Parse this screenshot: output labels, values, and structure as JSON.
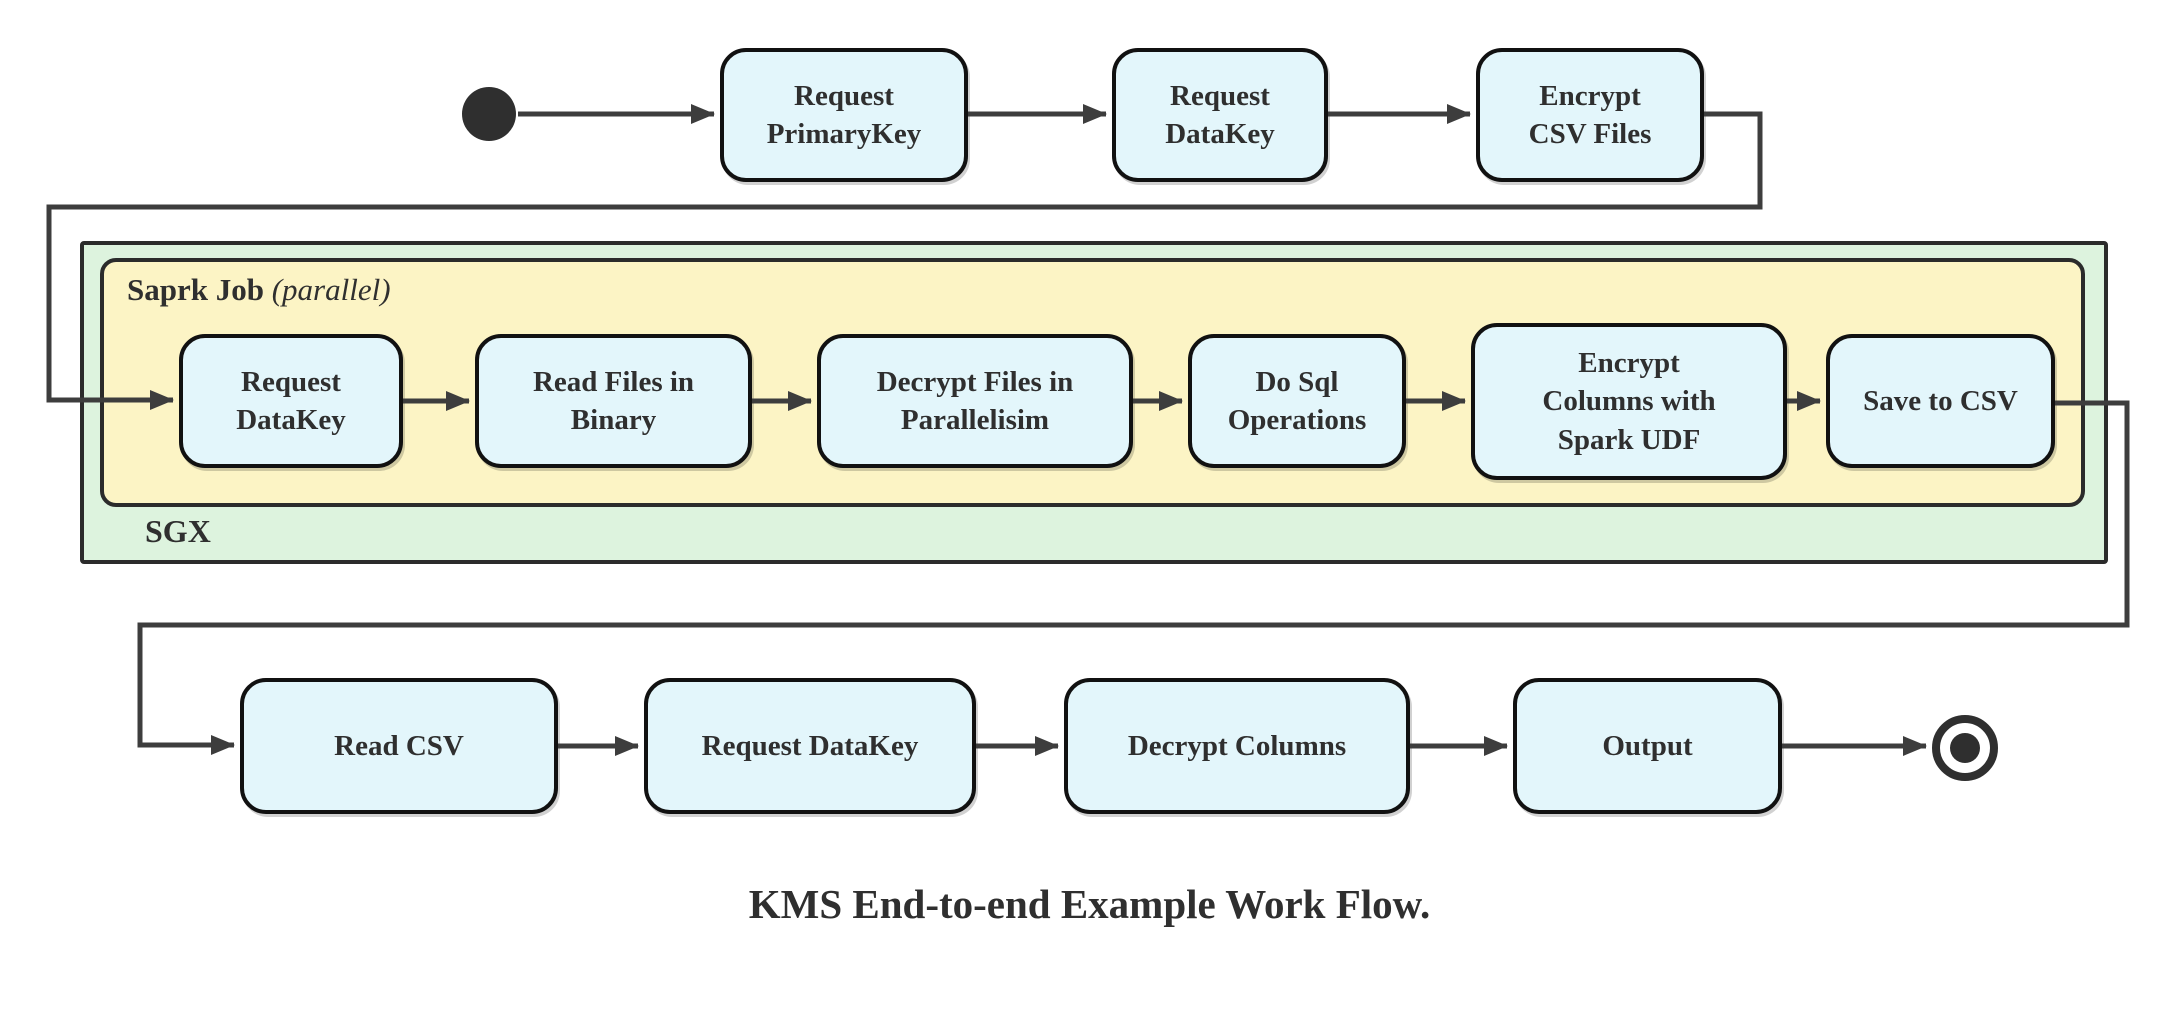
{
  "title_caption": "KMS End-to-end Example Work Flow.",
  "colors": {
    "node_fill": "#e3f6fb",
    "node_border": "#111111",
    "spark_container_fill": "#fcf4c5",
    "sgx_container_fill": "#ddf3de",
    "container_border": "#2b2b2b",
    "connector": "#3d3d3d",
    "text": "#2f2f2f"
  },
  "top_flow": {
    "nodes": [
      "Request\nPrimaryKey",
      "Request\nDataKey",
      "Encrypt\nCSV Files"
    ]
  },
  "sgx_container": {
    "label": "SGX",
    "spark_job": {
      "label": "Saprk Job",
      "label_note": "(parallel)",
      "nodes": [
        "Request\nDataKey",
        "Read Files in\nBinary",
        "Decrypt Files in\nParallelisim",
        "Do Sql\nOperations",
        "Encrypt\nColumns with\nSpark UDF",
        "Save to CSV"
      ]
    }
  },
  "bottom_flow": {
    "nodes": [
      "Read CSV",
      "Request DataKey",
      "Decrypt Columns",
      "Output"
    ]
  }
}
